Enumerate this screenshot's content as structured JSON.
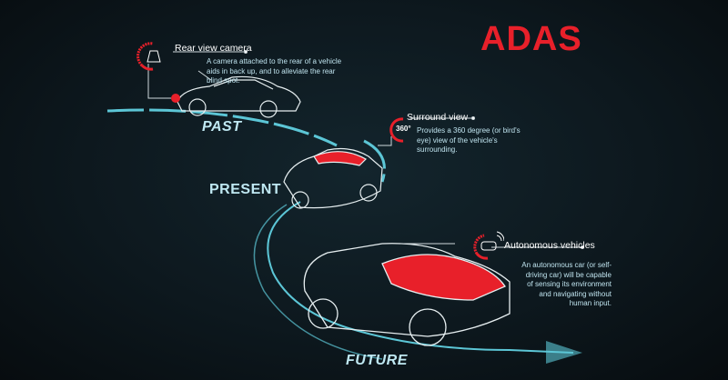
{
  "title": "ADAS",
  "features": [
    {
      "title": "Rear view camera",
      "description": "A camera attached to the rear of a vehicle aids in back up, and to alleviate the rear blind spot.",
      "icon": "rear-camera-icon"
    },
    {
      "title": "Surround view",
      "description": "Provides a 360 degree (or bird's eye) view of the vehicle's surrounding.",
      "icon": "360-view-icon",
      "icon_text": "360°"
    },
    {
      "title": "Autonomous vehicles",
      "description": "An autonomous car (or self-driving car) will be capable of sensing its environment and navigating without human input.",
      "icon": "autonomous-car-icon"
    }
  ],
  "eras": {
    "past": "PAST",
    "present": "PRESENT",
    "future": "FUTURE"
  },
  "colors": {
    "accent": "#e8202a",
    "road": "#5cc6d6",
    "text": "#bfe3ee"
  }
}
